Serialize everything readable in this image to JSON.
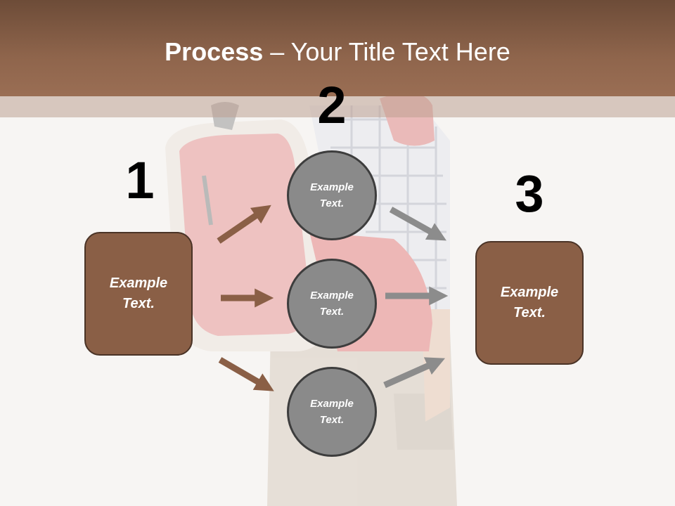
{
  "title": {
    "bold": "Process",
    "rest": " – Your Title Text Here"
  },
  "steps": [
    {
      "number": "1",
      "label": "Example Text."
    },
    {
      "number": "2",
      "items": [
        "Example Text.",
        "Example Text.",
        "Example Text."
      ]
    },
    {
      "number": "3",
      "label": "Example Text."
    }
  ],
  "colors": {
    "header": "#8f654c",
    "box_fill": "#8a5f46",
    "circle_fill": "#8a8a8a",
    "arrow_brown": "#8a5f46",
    "arrow_gray": "#8c8c8c"
  }
}
